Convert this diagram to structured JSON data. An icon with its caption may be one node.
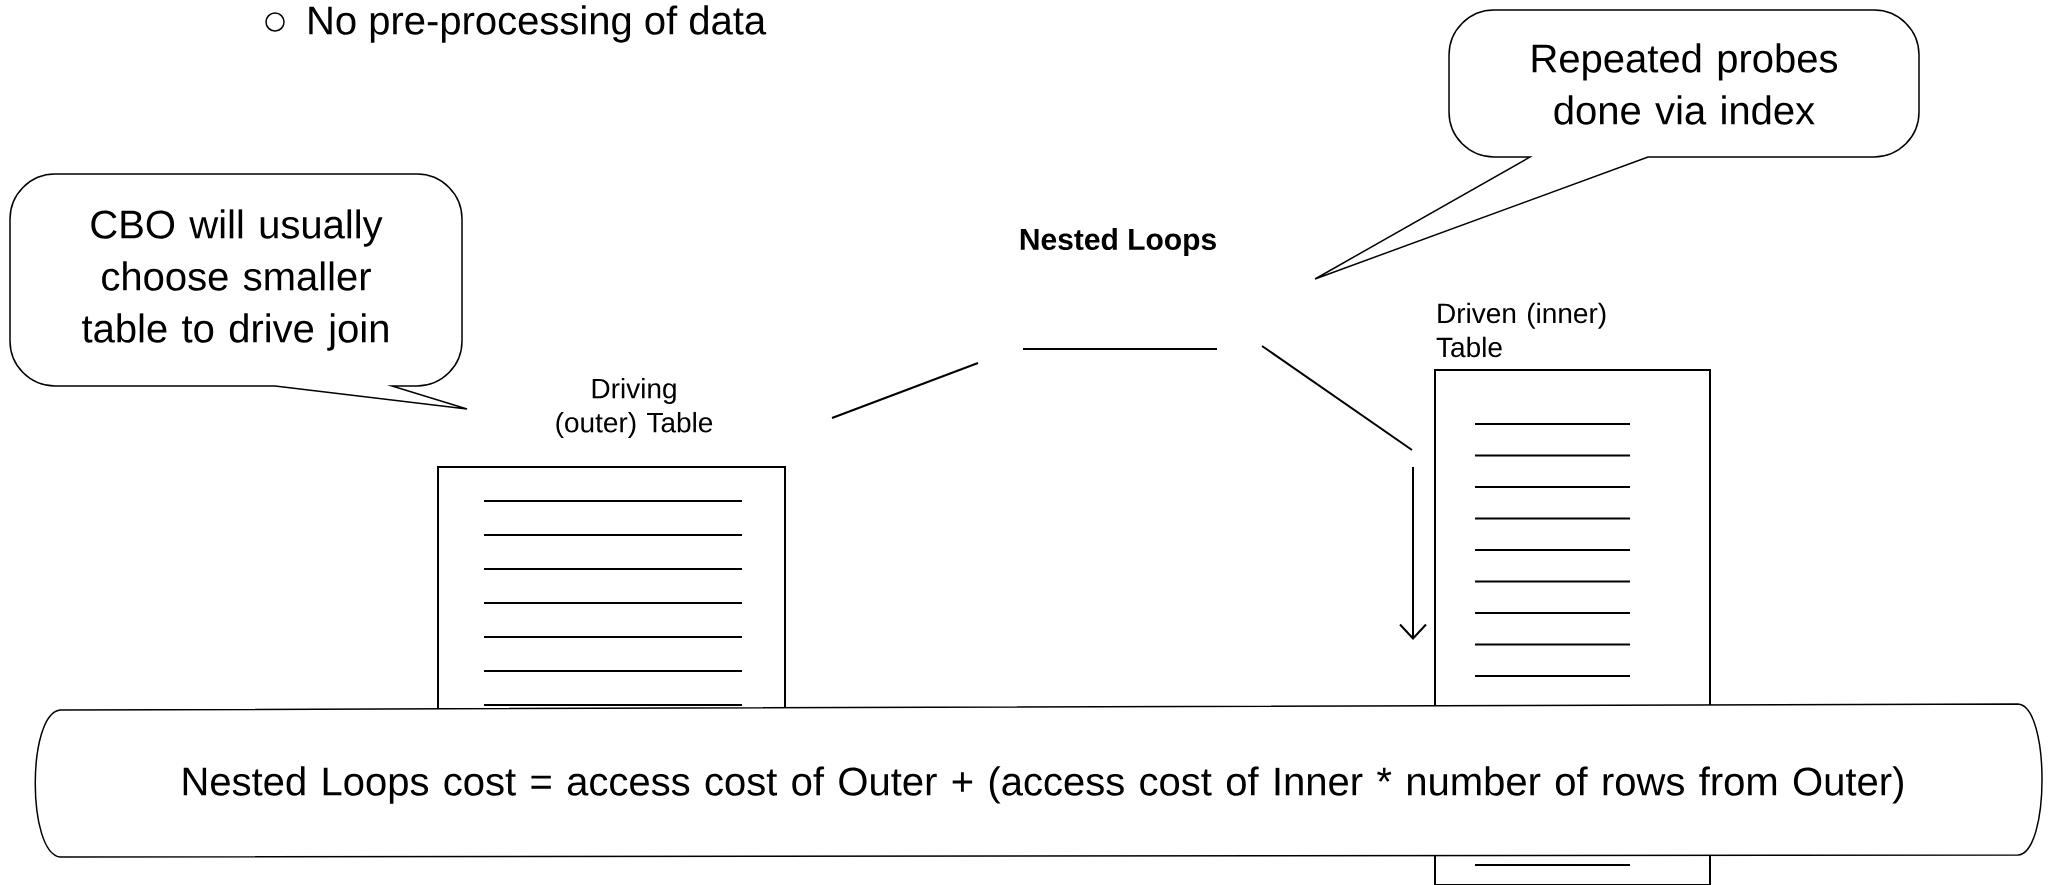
{
  "diagram": {
    "nodes": [
      {
        "text": [
          "CBO will usually choose smaller table to drive join"
        ]
      },
      {
        "text": [
          "Driving (outer) Table"
        ]
      },
      {
        "text": [
          "Nested Loops"
        ]
      },
      {
        "text": [
          "Driven (inner) Table"
        ]
      },
      {
        "text": [
          "Repeated probes done via index"
        ]
      },
      {
        "text": [
          "Nested Loops cost = access cost of Outer + (access cost of Inner * number of rows from Outer)"
        ]
      }
    ],
    "edges": [
      {
        "from": 1,
        "to": 2,
        "arrow": "none"
      },
      {
        "from": 2,
        "to": 3,
        "arrow": "none"
      }
    ],
    "labels": [
      "No pre-processing of data"
    ]
  }
}
